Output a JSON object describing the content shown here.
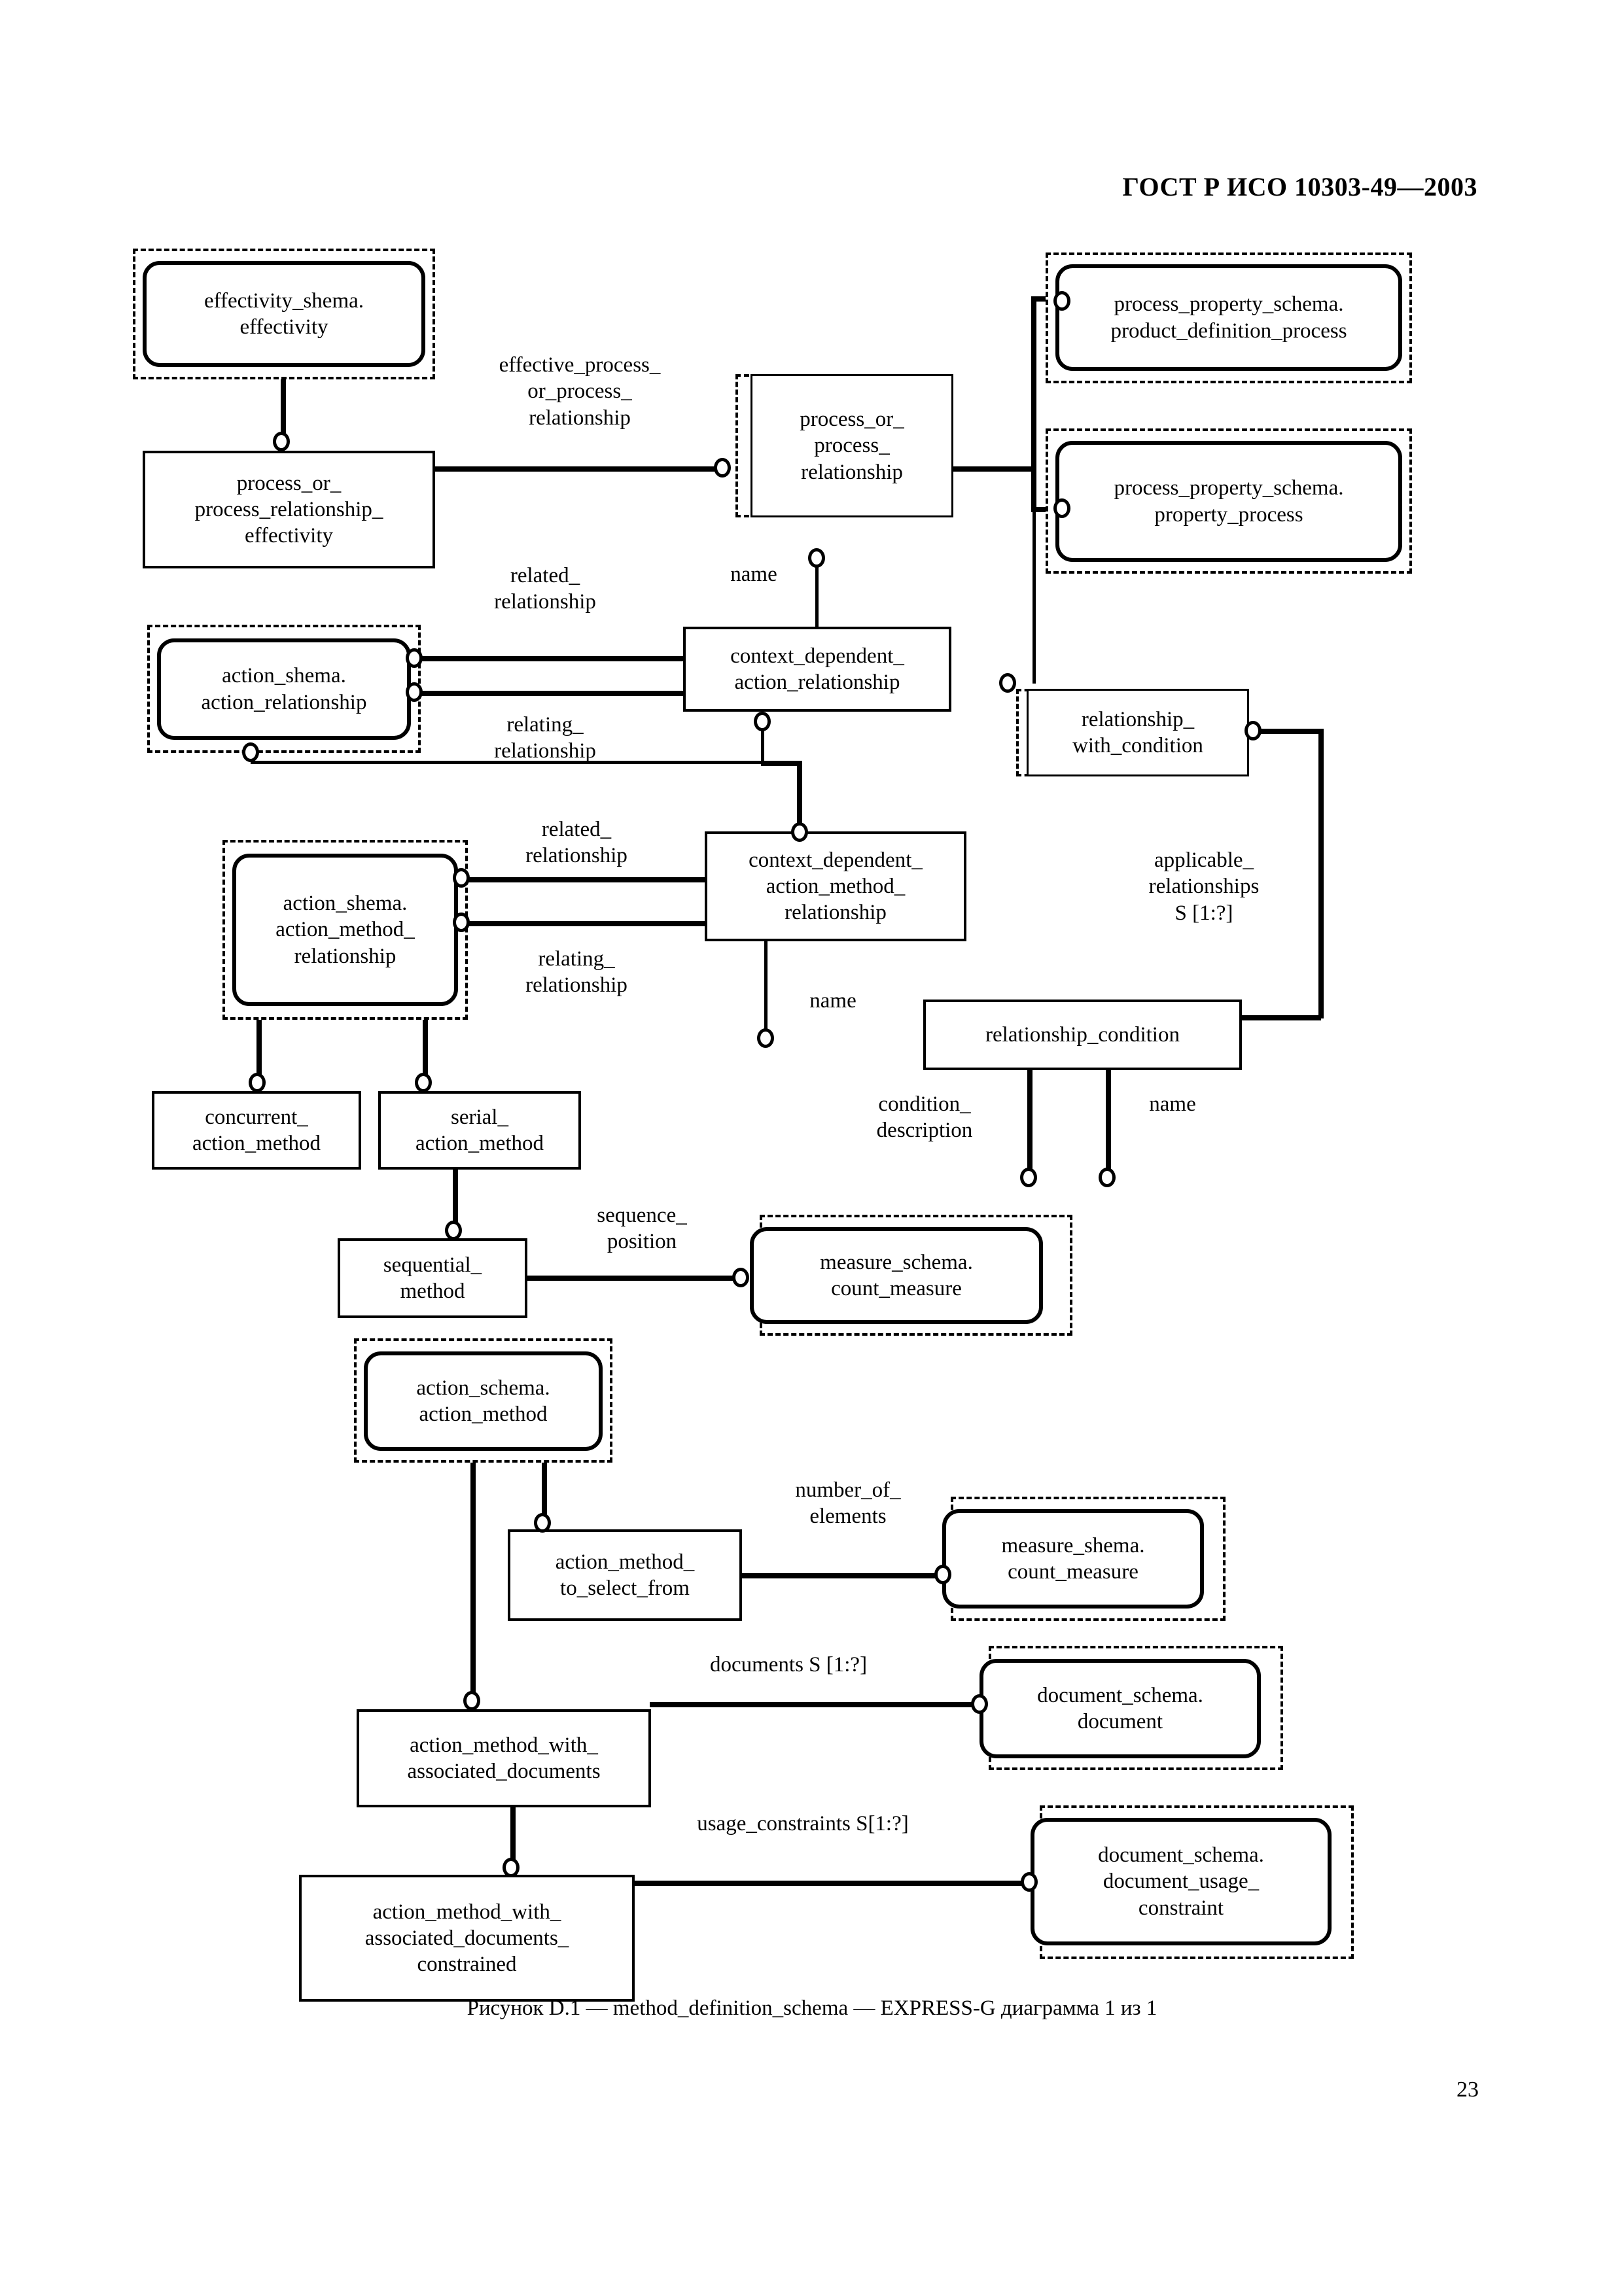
{
  "document": {
    "header": "ГОСТ Р ИСО 10303-49—2003",
    "page_number": "23",
    "figure_caption": "Рисунок D.1 — method_definition_schema — EXPRESS-G диаграмма 1 из 1"
  },
  "diagram": {
    "type": "EXPRESS-G entity-relationship diagram",
    "schema": "method_definition_schema",
    "entities": [
      {
        "id": "effectivity_shema_effectivity",
        "label": "effectivity_shema.\neffectivity",
        "style": "imported-rounded"
      },
      {
        "id": "process_or_process_relationship_effectivity",
        "label": "process_or_\nprocess_relationship_\neffectivity",
        "style": "entity"
      },
      {
        "id": "process_or_process_relationship",
        "label": "process_or_\nprocess_\nrelationship",
        "style": "page-reference"
      },
      {
        "id": "process_property_schema_product_definition_process",
        "label": "process_property_schema.\nproduct_definition_process",
        "style": "imported-rounded"
      },
      {
        "id": "process_property_schema_property_process",
        "label": "process_property_schema.\nproperty_process",
        "style": "imported-rounded"
      },
      {
        "id": "action_shema_action_relationship",
        "label": "action_shema.\naction_relationship",
        "style": "imported-rounded"
      },
      {
        "id": "context_dependent_action_relationship",
        "label": "context_dependent_\naction_relationship",
        "style": "entity"
      },
      {
        "id": "relationship_with_condition",
        "label": "relationship_\nwith_condition",
        "style": "page-reference"
      },
      {
        "id": "action_shema_action_method_relationship",
        "label": "action_shema.\naction_method_\nrelationship",
        "style": "imported-rounded"
      },
      {
        "id": "context_dependent_action_method_relationship",
        "label": "context_dependent_\naction_method_\nrelationship",
        "style": "entity"
      },
      {
        "id": "concurrent_action_method",
        "label": "concurrent_\naction_method",
        "style": "entity"
      },
      {
        "id": "serial_action_method",
        "label": "serial_\naction_method",
        "style": "entity"
      },
      {
        "id": "relationship_condition",
        "label": "relationship_condition",
        "style": "entity"
      },
      {
        "id": "sequential_method",
        "label": "sequential_\nmethod",
        "style": "entity"
      },
      {
        "id": "measure_schema_count_measure",
        "label": "measure_schema.\ncount_measure",
        "style": "imported-rounded"
      },
      {
        "id": "action_schema_action_method",
        "label": "action_schema.\naction_method",
        "style": "imported-rounded"
      },
      {
        "id": "action_method_to_select_from",
        "label": "action_method_\nto_select_from",
        "style": "entity"
      },
      {
        "id": "measure_shema_count_measure",
        "label": "measure_shema.\ncount_measure",
        "style": "imported-rounded"
      },
      {
        "id": "action_method_with_associated_documents",
        "label": "action_method_with_\nassociated_documents",
        "style": "entity"
      },
      {
        "id": "document_schema_document",
        "label": "document_schema.\ndocument",
        "style": "imported-rounded"
      },
      {
        "id": "action_method_with_associated_documents_constrained",
        "label": "action_method_with_\nassociated_documents_\nconstrained",
        "style": "entity"
      },
      {
        "id": "document_schema_document_usage_constraint",
        "label": "document_schema.\ndocument_usage_\nconstraint",
        "style": "imported-rounded"
      }
    ],
    "relationship_labels": [
      {
        "id": "effective_process_or_process_relationship",
        "text": "effective_process_\nor_process_\nrelationship"
      },
      {
        "id": "related_relationship_1",
        "text": "related_\nrelationship"
      },
      {
        "id": "name_1",
        "text": "name"
      },
      {
        "id": "relating_relationship_1",
        "text": "relating_\nrelationship"
      },
      {
        "id": "related_relationship_2",
        "text": "related_\nrelationship"
      },
      {
        "id": "relating_relationship_2",
        "text": "relating_\nrelationship"
      },
      {
        "id": "applicable_relationships",
        "text": "applicable_\nrelationships\nS [1:?]"
      },
      {
        "id": "name_2",
        "text": "name"
      },
      {
        "id": "condition_description",
        "text": "condition_\ndescription"
      },
      {
        "id": "name_3",
        "text": "name"
      },
      {
        "id": "sequence_position",
        "text": "sequence_\nposition"
      },
      {
        "id": "number_of_elements",
        "text": "number_of_\nelements"
      },
      {
        "id": "documents_set",
        "text": "documents S [1:?]"
      },
      {
        "id": "usage_constraints_set",
        "text": "usage_constraints S[1:?]"
      }
    ]
  }
}
